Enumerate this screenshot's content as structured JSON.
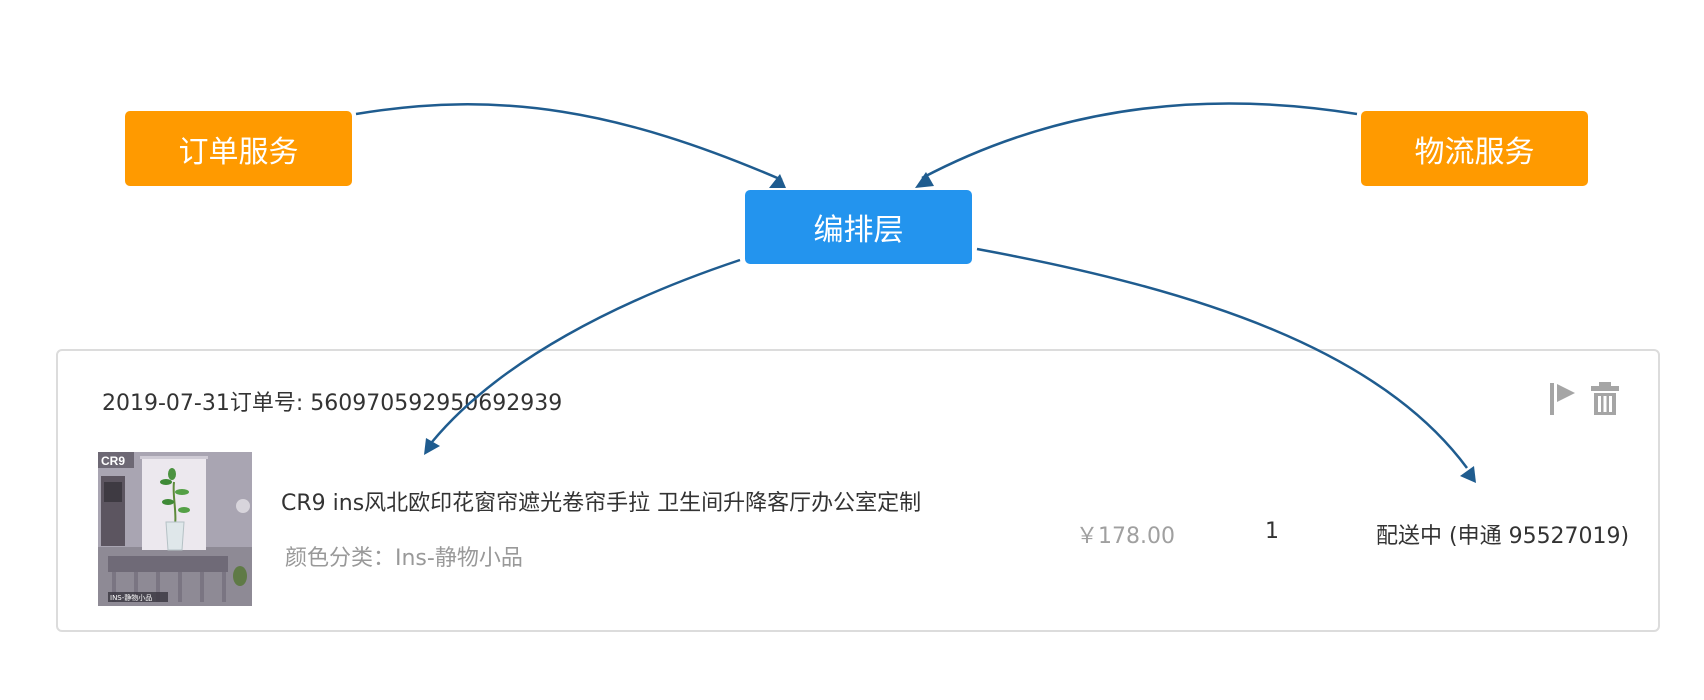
{
  "diagram": {
    "order_service_label": "订单服务",
    "logistics_service_label": "物流服务",
    "orchestration_layer_label": "编排层"
  },
  "order_card": {
    "header": "2019-07-31订单号: 560970592950692939",
    "product": {
      "thumbnail_brand": "CR9",
      "thumbnail_caption": "INS-静物小品",
      "title": "CR9 ins风北欧印花窗帘遮光卷帘手拉 卫生间升降客厅办公室定制",
      "variant": "颜色分类：Ins-静物小品",
      "price": "￥178.00",
      "quantity": "1",
      "status": "配送中 (申通 95527019)"
    },
    "icons": [
      "flag-icon",
      "trash-icon"
    ]
  },
  "colors": {
    "service_box": "#ff9a00",
    "orchestration_box": "#2394ee",
    "arrow": "#1f5c8f",
    "card_border": "#dcdcdc",
    "icon_gray": "#a5a5a5"
  }
}
